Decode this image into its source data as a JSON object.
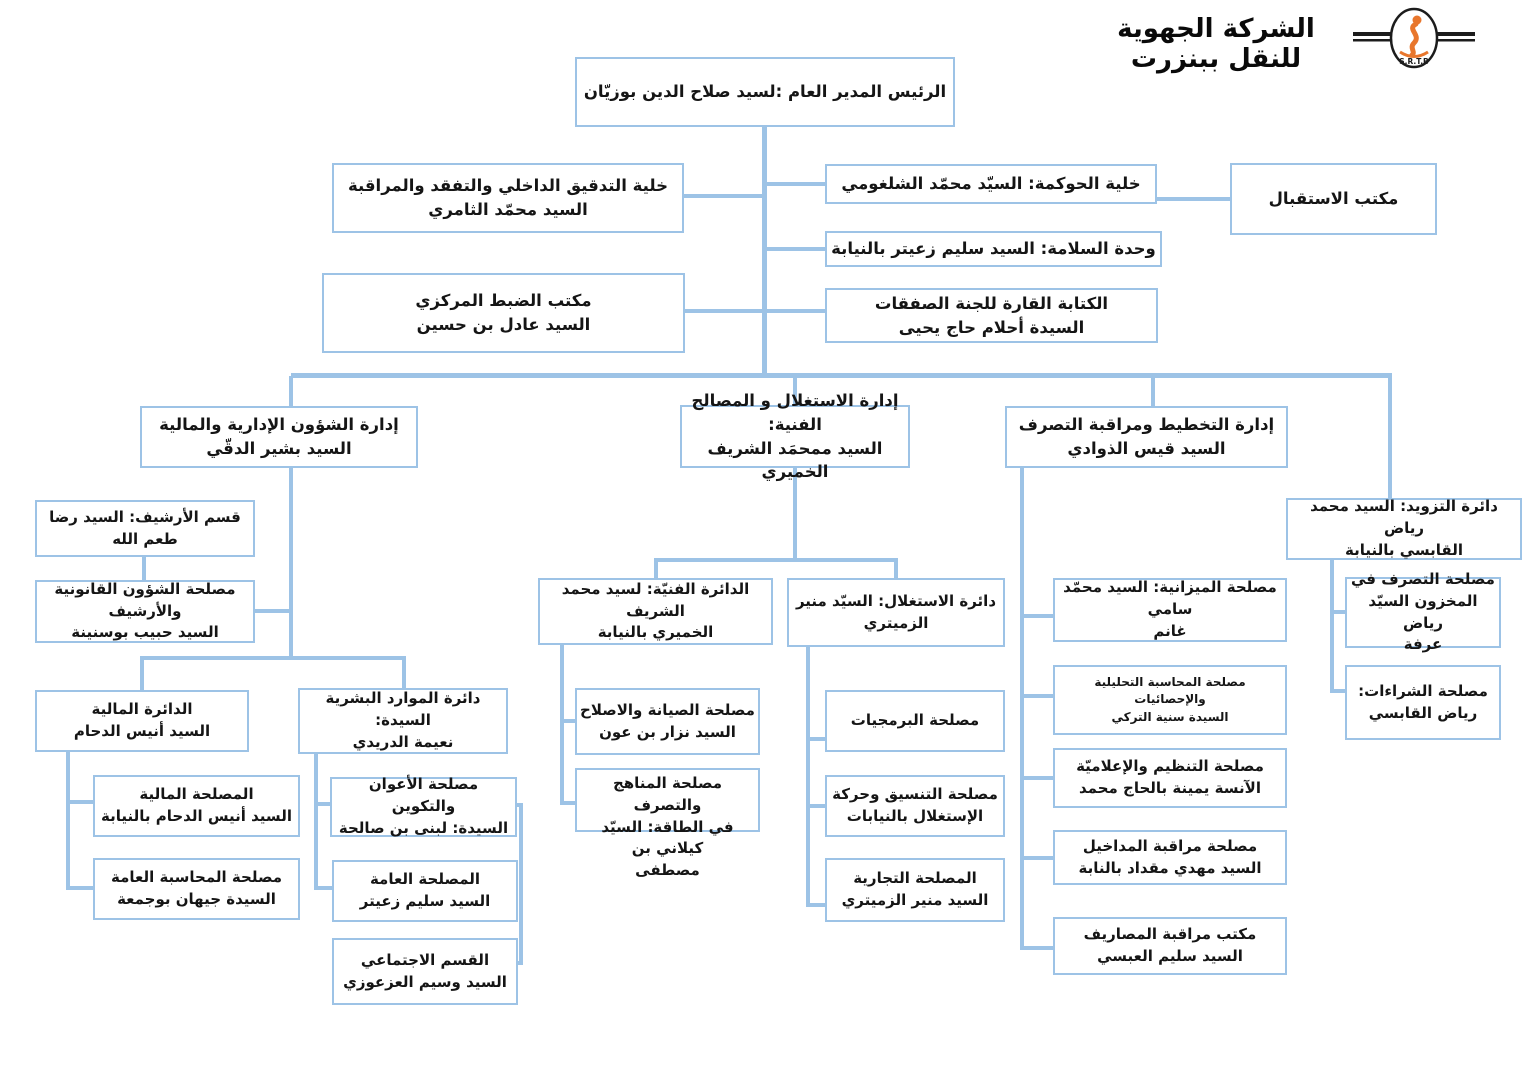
{
  "header": {
    "title": "الشركة الجهوية للنقل ببنزرت",
    "logo_text": "S.R.T.B"
  },
  "colors": {
    "connector_blue": "#9DC3E6",
    "logo_orange": "#E8762C",
    "text": "#151515"
  },
  "nodes": {
    "ceo": {
      "lines": [
        "الرئيس المدير العام  :لسيد صلاح الدين بوزيّان"
      ]
    },
    "audit": {
      "lines": [
        "خلية التدقيق الداخلي والتفقد والمراقبة",
        "السيد محمّد الثامري"
      ]
    },
    "governance": {
      "lines": [
        "خلية الحوكمة: السيّد محمّد الشلغومي"
      ]
    },
    "reception": {
      "lines": [
        "مكتب الاستقبال"
      ]
    },
    "safety": {
      "lines": [
        "وحدة السلامة:  السيد سليم زعيتر بالنيابة"
      ]
    },
    "registry": {
      "lines": [
        "مكتب الضبط المركزي",
        "السيد عادل بن حسين"
      ]
    },
    "procurement": {
      "lines": [
        "الكتابة القارة للجنة الصفقات",
        "السيدة أحلام حاج يحيى"
      ]
    },
    "admin_dept": {
      "lines": [
        "إدارة الشؤون الإدارية والمالية",
        "السيد بشير الدقّي"
      ]
    },
    "ops_dept": {
      "lines": [
        "إدارة الاستغلال و المصالح الفنية:",
        "السيد ممحمَد الشريف الخميري"
      ]
    },
    "planning_dept": {
      "lines": [
        "إدارة التخطيط ومراقبة التصرف",
        "السيد قيس الذوادي"
      ]
    },
    "supply_dept": {
      "lines": [
        "دائرة التزويد:  السيد محمد رياض",
        "القابسي بالنيابة"
      ]
    },
    "archive": {
      "lines": [
        "قسم الأرشيف:  السيد رضا طعم الله"
      ]
    },
    "legal": {
      "lines": [
        "مصلحة الشؤون القانونية والأرشيف",
        "السيد حبيب بوسنينة"
      ]
    },
    "finance_dept": {
      "lines": [
        "الدائرة المالية",
        "السيد أنيس الدحام"
      ]
    },
    "hr_dept": {
      "lines": [
        "دائرة الموارد البشرية  السيدة:",
        "نعيمة الدريدي"
      ]
    },
    "finance_service": {
      "lines": [
        "المصلحة المالية",
        "السيد أنيس الدحام بالنيابة"
      ]
    },
    "accounting": {
      "lines": [
        "مصلحة المحاسبة العامة",
        "السيدة جيهان بوجمعة"
      ]
    },
    "personnel": {
      "lines": [
        "مصلحة الأعوان والتكوين",
        "السيدة: لبنى بن صالحة"
      ]
    },
    "general_service": {
      "lines": [
        "المصلحة العامة",
        "السيد سليم زعيتر"
      ]
    },
    "social": {
      "lines": [
        "القسم الاجتماعي",
        "السيد وسيم العزعوزي"
      ]
    },
    "technical_dept": {
      "lines": [
        "الدائرة الفنيّة: لسيد محمد الشريف",
        "الخميري بالنيابة"
      ]
    },
    "maintenance": {
      "lines": [
        "مصلحة الصيانة والاصلاح",
        "السيد نزار بن عون"
      ]
    },
    "methods": {
      "lines": [
        "مصلحة المناهج والتصرف",
        "في الطاقة: السيّد كيلاني بن",
        "مصطفى"
      ]
    },
    "operations_dept": {
      "lines": [
        "دائرة الاستغلال: السيّد منير",
        "الزميتري"
      ]
    },
    "software": {
      "lines": [
        "مصلحة البرمجيات"
      ]
    },
    "coordination": {
      "lines": [
        "مصلحة التنسيق وحركة",
        "الإستغلال بالنيابات"
      ]
    },
    "commercial": {
      "lines": [
        "المصلحة التجارية",
        "السيد منير الزميتري"
      ]
    },
    "budget": {
      "lines": [
        "مصلحة الميزانية: السيد محمّد سامي",
        "غانم"
      ]
    },
    "analytics": {
      "lines": [
        "مصلحة المحاسبة التحليلية والإحصائيات",
        "السيدة سنية التركي"
      ]
    },
    "organization": {
      "lines": [
        "مصلحة التنظيم والإعلاميّة",
        "الآنسة يمينة بالحاج محمد"
      ]
    },
    "revenue": {
      "lines": [
        "مصلحة مراقبة المداخيل",
        "السيد مهدي مقداد بالنابة"
      ]
    },
    "expenses": {
      "lines": [
        "مكتب مراقبة المصاريف",
        "السيد سليم العبسي"
      ]
    },
    "inventory": {
      "lines": [
        "مصلحة التصرف  في",
        "المخزون السيّد رياض",
        "عرفة"
      ]
    },
    "purchasing": {
      "lines": [
        "مصلحة الشراءات:",
        "رياض القابسي"
      ]
    }
  }
}
